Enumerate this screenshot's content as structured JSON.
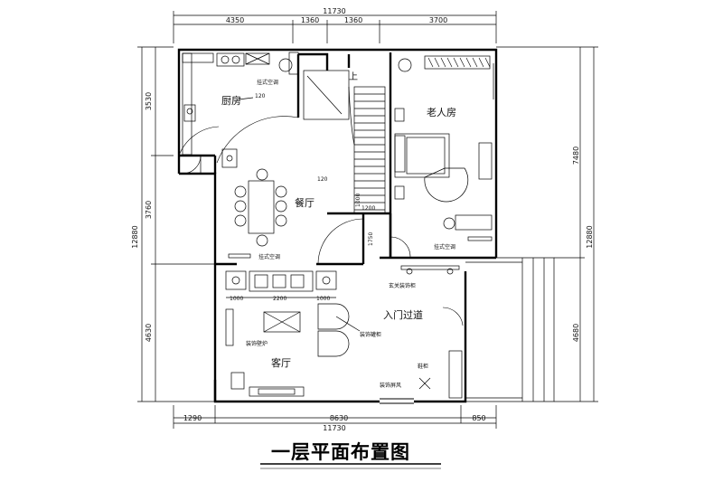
{
  "title": "一层平面布置图",
  "dimensions": {
    "top_total": "11730",
    "top_segments": [
      "4350",
      "1360",
      "1360",
      "3700"
    ],
    "bottom_total": "11730",
    "bottom_segments": [
      "1290",
      "8630",
      "850"
    ],
    "left": [
      "3530",
      "3760",
      "12880",
      "4630"
    ],
    "right": [
      "7480",
      "12880",
      "4680"
    ],
    "inner": {
      "d1000a": "1000",
      "d2200": "2200",
      "d1000b": "1000",
      "d1000c": "1000",
      "d1200": "1200",
      "d1750": "1750",
      "d120a": "120",
      "d120b": "120"
    }
  },
  "rooms": {
    "kitchen": "厨房",
    "dining": "餐厅",
    "elder_room": "老人房",
    "entry_passage": "入门过道",
    "living": "客厅"
  },
  "labels": {
    "ac_kitchen": "挂式空调",
    "ac_dining": "挂式空调",
    "ac_bedroom": "挂式空调",
    "up": "上",
    "entry_cabinet": "玄关装饰柜",
    "fireplace": "装饰壁炉",
    "deco_cabinet": "装饰罐柜",
    "shoe_cabinet": "鞋柜",
    "screen": "装饰屏风"
  }
}
